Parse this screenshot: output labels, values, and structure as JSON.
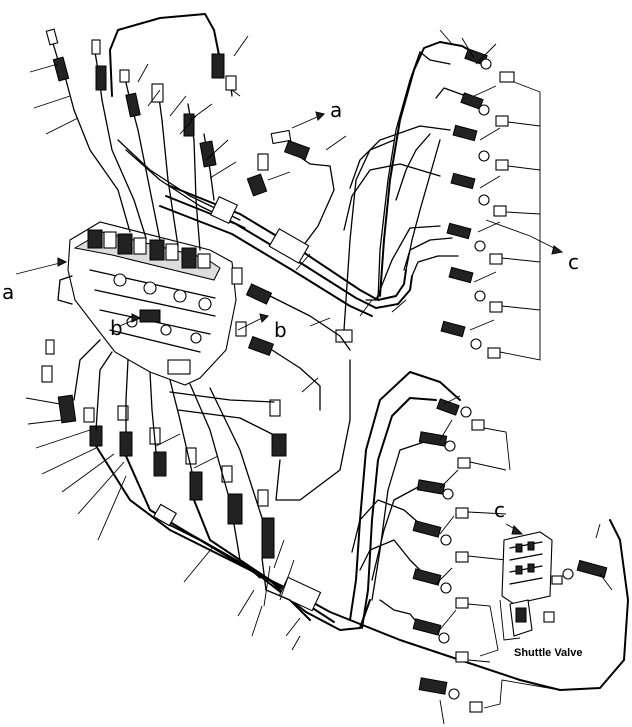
{
  "diagram": {
    "callouts": {
      "a_left": "a",
      "a_top": "a",
      "b_left": "b",
      "b_mid": "b",
      "c_right": "c",
      "c_lower": "c"
    },
    "caption": "Shuttle Valve"
  }
}
